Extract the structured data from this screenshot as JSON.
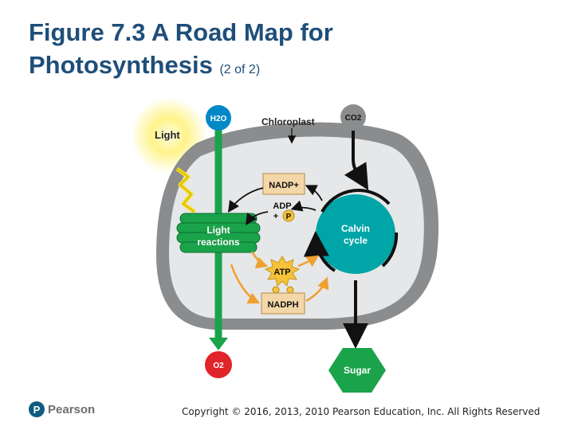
{
  "title": {
    "line1": "Figure 7.3 A Road Map for",
    "line2": "Photosynthesis",
    "suffix": "(2 of 2)"
  },
  "diagram": {
    "labels": {
      "h2o": "H2O",
      "co2": "CO2",
      "o2": "O2",
      "chloroplast": "Chloroplast",
      "light": "Light",
      "light_reactions_1": "Light",
      "light_reactions_2": "reactions",
      "calvin_1": "Calvin",
      "calvin_2": "cycle",
      "nadp": "NADP+",
      "adp": "ADP",
      "plus": "+",
      "p": "P",
      "atp": "ATP",
      "nadph": "NADPH",
      "sugar": "Sugar"
    },
    "colors": {
      "green": "#1aa34a",
      "teal": "#00a5a8",
      "yellow": "#f6e020",
      "orange": "#f0a030",
      "membrane_gray": "#8a8c8e",
      "stroma_gray": "#e6e7e8",
      "tan": "#f3d7a8"
    }
  },
  "footer": {
    "logo_mark": "P",
    "logo_text": "Pearson",
    "copyright": "Copyright © 2016, 2013, 2010 Pearson Education, Inc. All Rights Reserved"
  }
}
